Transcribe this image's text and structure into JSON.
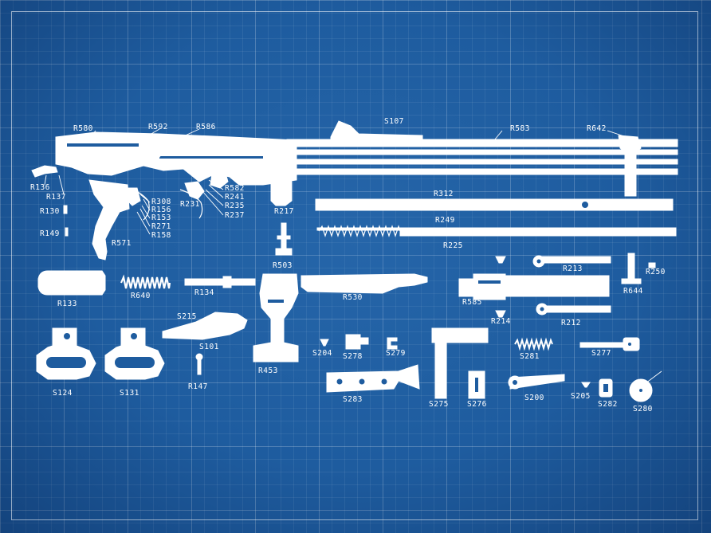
{
  "labels": {
    "R580": "R580",
    "R592": "R592",
    "R586": "R586",
    "S107": "S107",
    "R583": "R583",
    "R642": "R642",
    "R136": "R136",
    "R137": "R137",
    "R130": "R130",
    "R149": "R149",
    "R571": "R571",
    "R308": "R308",
    "R156": "R156",
    "R153": "R153",
    "R271": "R271",
    "R158": "R158",
    "R231": "R231",
    "R582": "R582",
    "R241": "R241",
    "R235": "R235",
    "R237": "R237",
    "R217": "R217",
    "R312": "R312",
    "R249": "R249",
    "R225": "R225",
    "R503": "R503",
    "R133": "R133",
    "R640": "R640",
    "R134": "R134",
    "R530": "R530",
    "R585": "R585",
    "R213": "R213",
    "R250": "R250",
    "R644": "R644",
    "R214": "R214",
    "R212": "R212",
    "S215": "S215",
    "S101": "S101",
    "R453": "R453",
    "S124": "S124",
    "S131": "S131",
    "R147": "R147",
    "S204": "S204",
    "S278": "S278",
    "S279": "S279",
    "S283": "S283",
    "S275": "S275",
    "S276": "S276",
    "S281": "S281",
    "S277": "S277",
    "S200": "S200",
    "S205": "S205",
    "S282": "S282",
    "S280": "S280"
  },
  "colors": {
    "background": "#1e5c9f",
    "ink": "#ffffff"
  }
}
